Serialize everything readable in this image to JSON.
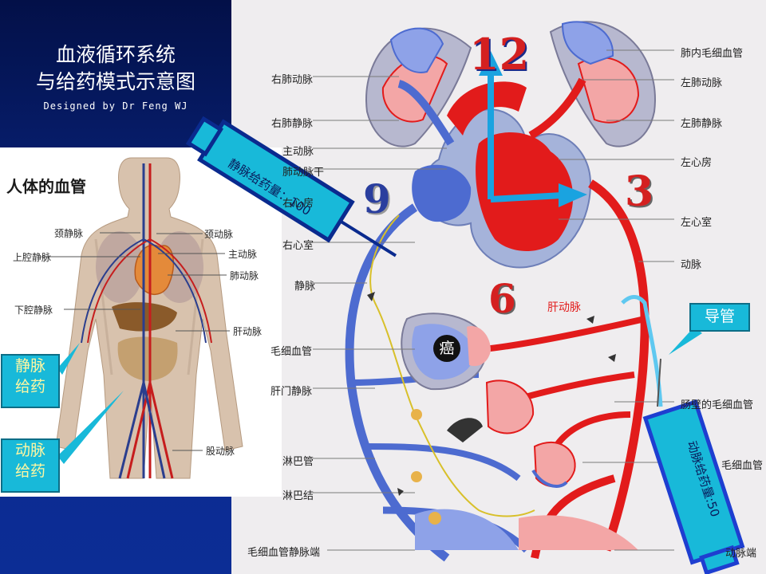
{
  "slide": {
    "title_line1": "血液循环系统",
    "title_line2": "与给药模式示意图",
    "credit": "Designed by Dr Feng WJ"
  },
  "body_diagram": {
    "heading": "人体的血管",
    "labels_left": [
      "颈静脉",
      "上腔静脉",
      "下腔静脉"
    ],
    "labels_right": [
      "颈动脉",
      "主动脉",
      "肺动脉",
      "肝动脉",
      "股动脉"
    ]
  },
  "callouts": {
    "vein_admin_1": "静脉",
    "vein_admin_2": "给药",
    "artery_admin_1": "动脉",
    "artery_admin_2": "给药",
    "catheter": "导管"
  },
  "syringes": {
    "vein_dose": "静脉给药量：100",
    "artery_dose": "动脉给药量:50"
  },
  "clock": {
    "n12": "12",
    "n3": "3",
    "n6": "6",
    "n9": "9"
  },
  "circulation": {
    "labels_left": [
      "右肺动脉",
      "右肺静脉",
      "主动脉",
      "肺动脉干",
      "右心房",
      "右心室",
      "静脉",
      "毛细血管",
      "肝门静脉",
      "淋巴管",
      "淋巴结",
      "毛细血管静脉端"
    ],
    "labels_right": [
      "肺内毛细血管",
      "左肺动脉",
      "左肺静脉",
      "左心房",
      "左心室",
      "动脉",
      "肠壁的毛细血管",
      "毛细血管",
      "动脉端"
    ],
    "hepatic_artery": "肝动脉",
    "cancer": "癌"
  },
  "colors": {
    "artery": "#e21b1b",
    "vein": "#4d6bd0",
    "callout": "#18b9d9",
    "clock_number": "#d42020",
    "clock_hand": "#1aa3e0"
  }
}
